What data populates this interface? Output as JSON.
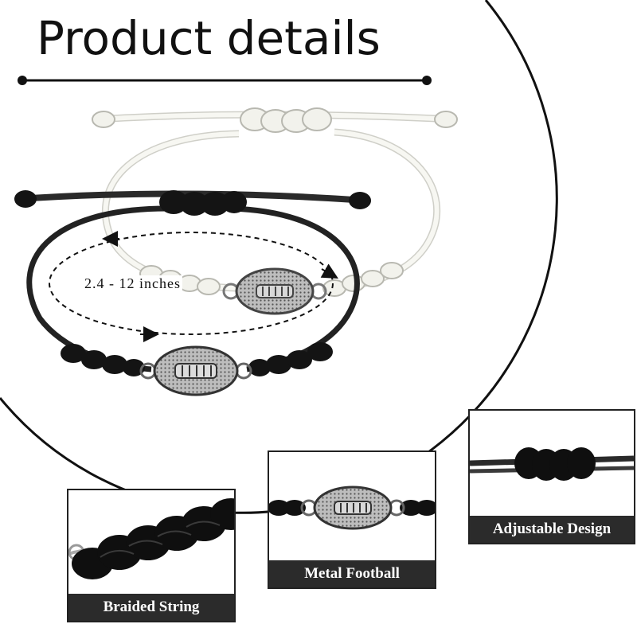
{
  "header": {
    "title": "Product details"
  },
  "diagram": {
    "size_label": "2.4 - 12 inches"
  },
  "features": [
    {
      "label": "Braided String"
    },
    {
      "label": "Metal Football"
    },
    {
      "label": "Adjustable Design"
    }
  ],
  "colors": {
    "cord_black": "#1a1a1a",
    "cord_white": "#f4f4ef",
    "charm_silver": "#a9a9a9",
    "caption_bg": "#2b2b2b",
    "accent_line": "#111111"
  }
}
